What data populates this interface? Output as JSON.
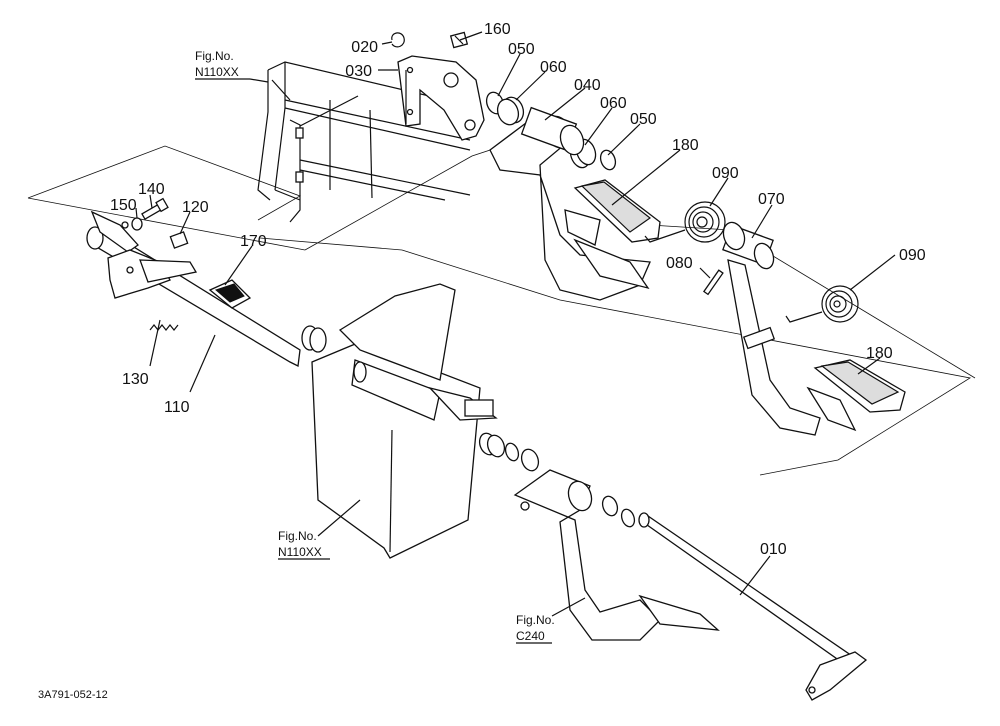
{
  "drawing_code": "3A791-052-12",
  "callouts": {
    "c010": "010",
    "c020": "020",
    "c030": "030",
    "c040": "040",
    "c050a": "050",
    "c050b": "050",
    "c060a": "060",
    "c060b": "060",
    "c070": "070",
    "c080": "080",
    "c090a": "090",
    "c090b": "090",
    "c110": "110",
    "c120": "120",
    "c130": "130",
    "c140": "140",
    "c150": "150",
    "c160": "160",
    "c170": "170",
    "c180a": "180",
    "c180b": "180"
  },
  "figure_refs": {
    "top_left": {
      "line1": "Fig.No.",
      "line2": "N110XX"
    },
    "middle": {
      "line1": "Fig.No.",
      "line2": "N110XX"
    },
    "bottom": {
      "line1": "Fig.No.",
      "line2": "C240"
    }
  }
}
